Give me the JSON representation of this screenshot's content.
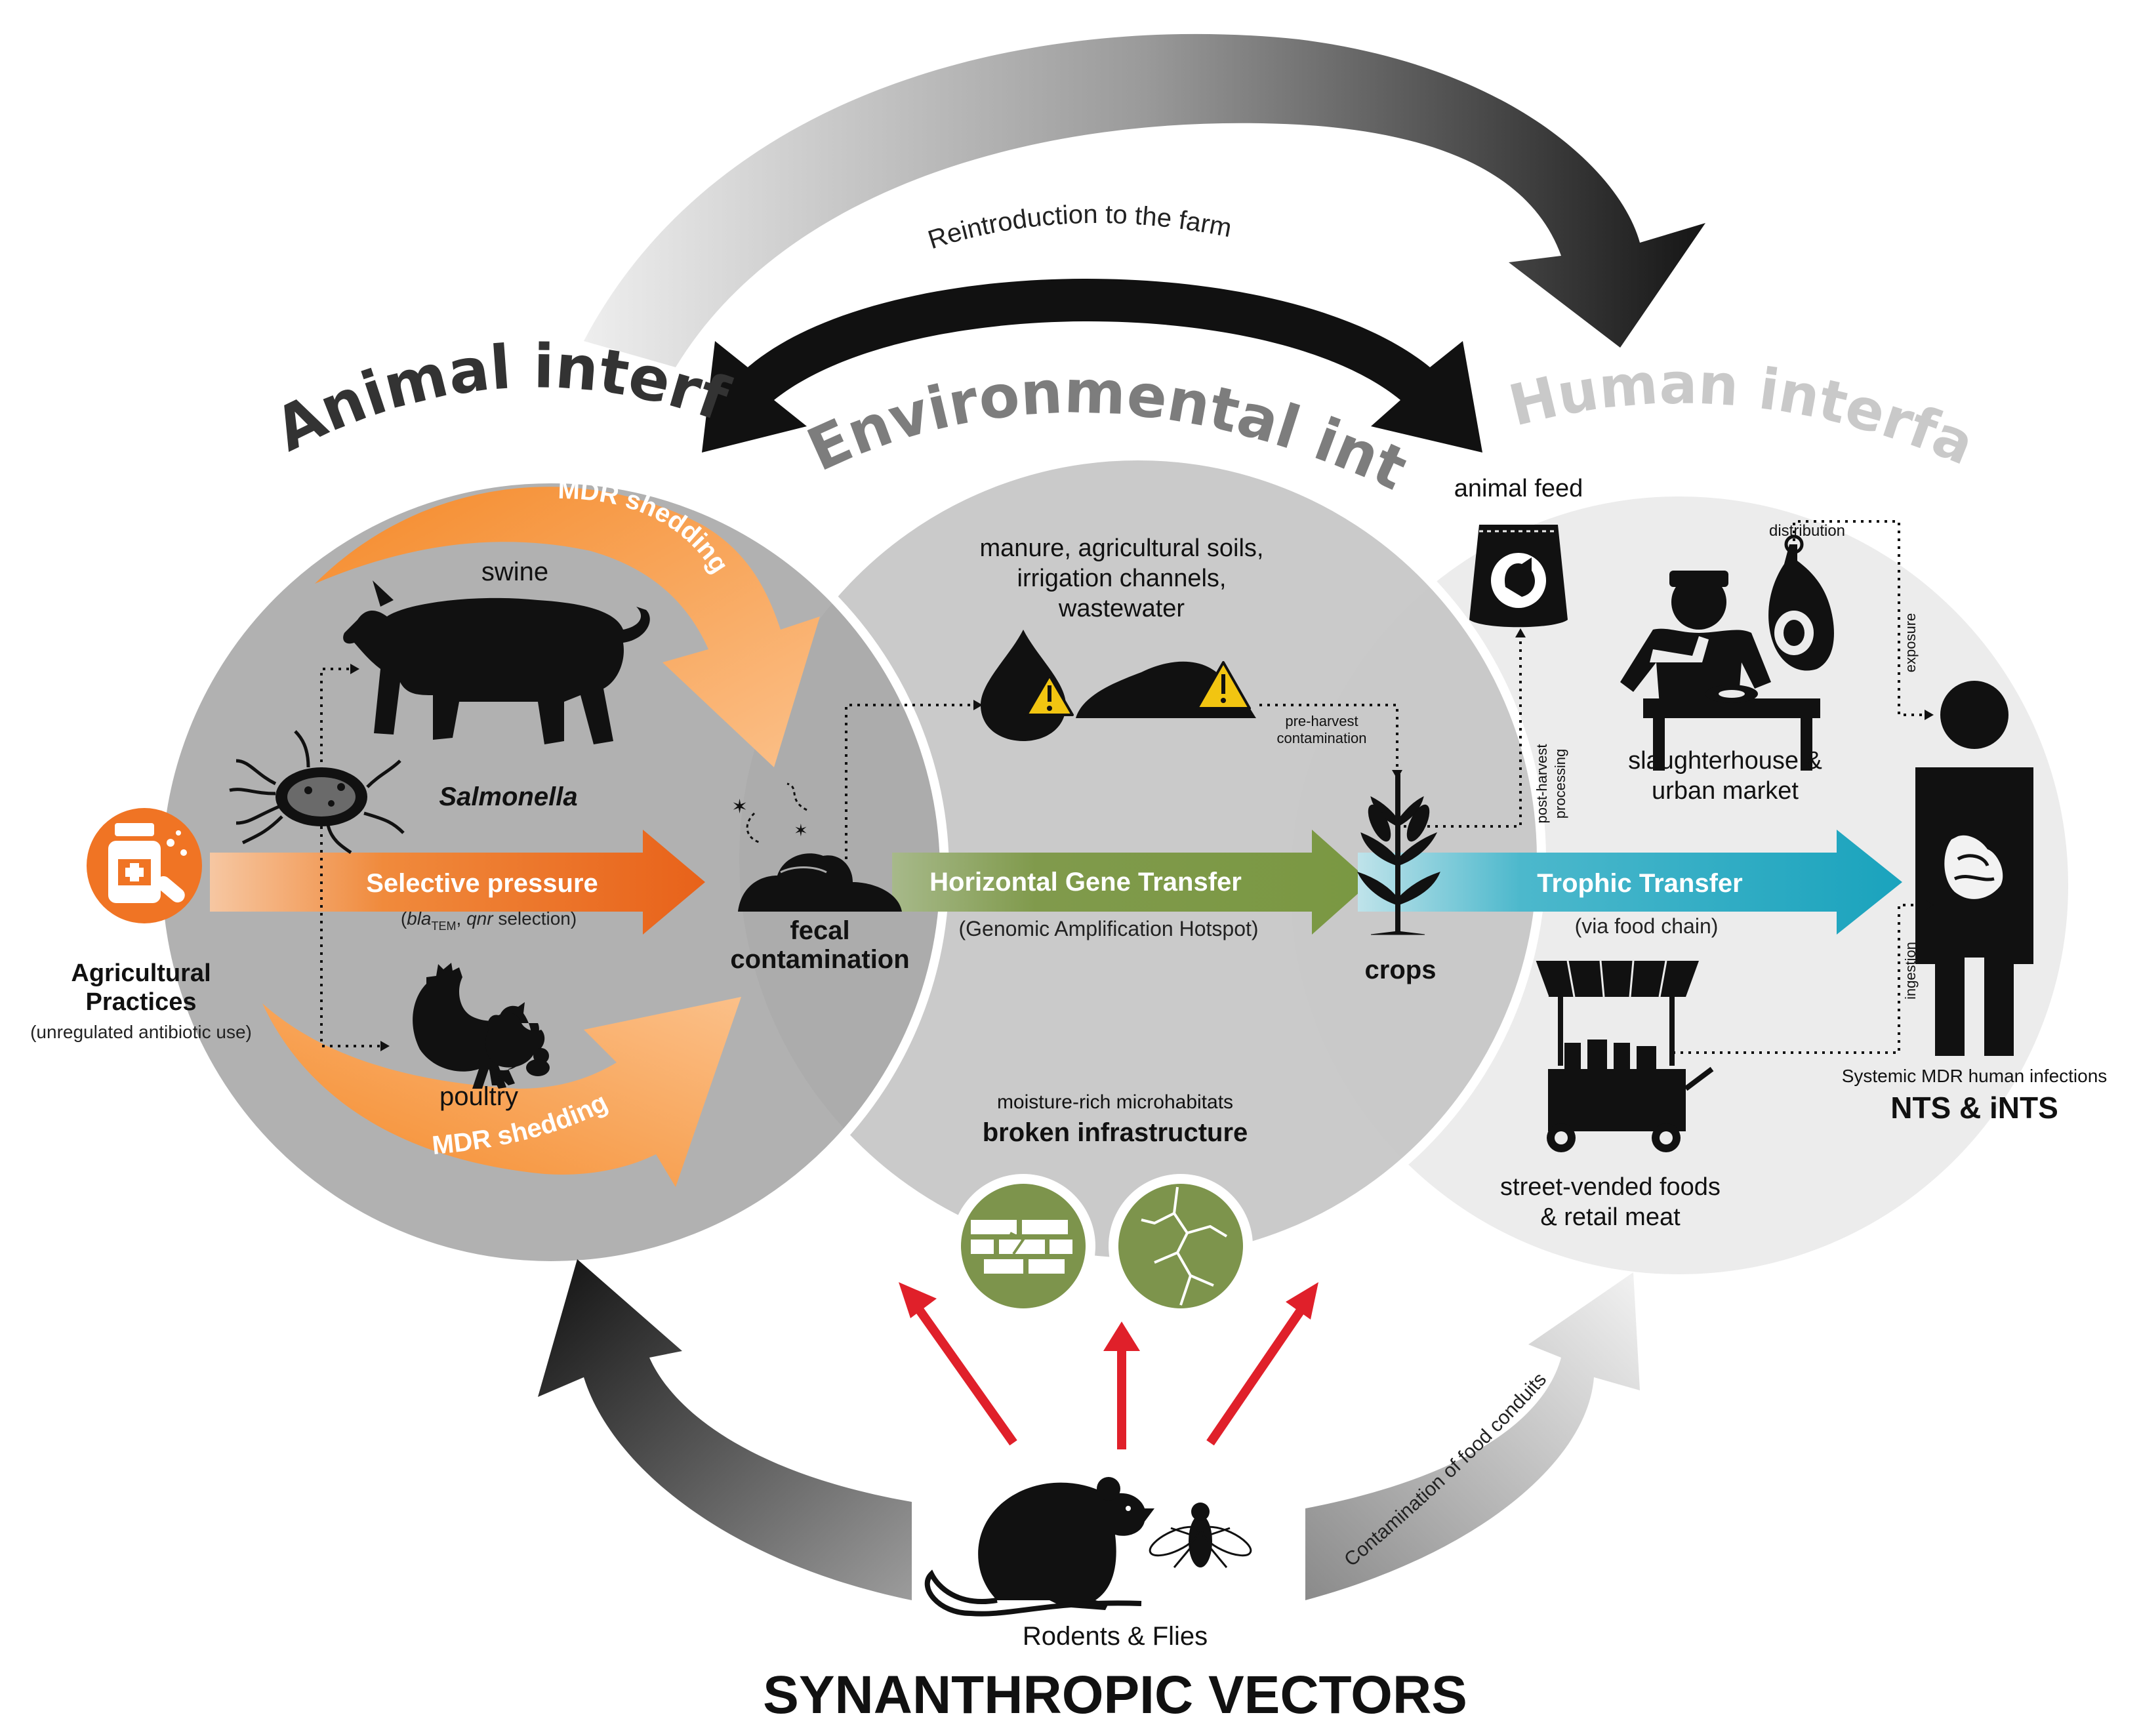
{
  "labels": {
    "reintroduction": "Reintroduction to the farm",
    "animal_interface": "Animal interface",
    "environmental_interface": "Environmental  interface",
    "human_interface": "Human interface",
    "mdr_shedding_top": "MDR shedding",
    "mdr_shedding_bottom": "MDR shedding",
    "swine": "swine",
    "salmonella": "Salmonella",
    "poultry": "poultry",
    "selective_pressure": "Selective pressure",
    "selective_pressure_sub_1": "bla",
    "selective_pressure_sub_tem": "TEM",
    "selective_pressure_sub_2": ", ",
    "selective_pressure_sub_qnr": "qnr",
    "selective_pressure_sub_3": " selection)",
    "selective_pressure_open": "(",
    "agri_line1": "Agricultural",
    "agri_line2": "Practices",
    "agri_sub": "(unregulated antibiotic use)",
    "fecal_line1": "fecal",
    "fecal_line2": "contamination",
    "env_line1": "manure, agricultural soils,",
    "env_line2": "irrigation channels,",
    "env_line3": "wastewater",
    "pre_harvest_1": "pre-harvest",
    "pre_harvest_2": "contamination",
    "hgt": "Horizontal Gene Transfer",
    "hgt_sub": "(Genomic Amplification Hotspot)",
    "crops": "crops",
    "animal_feed": "animal feed",
    "post_harvest_1": "post-harvest",
    "post_harvest_2": "processing",
    "distribution": "distribution",
    "exposure": "exposure",
    "ingestion": "ingestion",
    "slaughter_1": "slaughterhouse &",
    "slaughter_2": "urban market",
    "trophic": "Trophic Transfer",
    "trophic_sub": "(via food chain)",
    "street_1": "street-vended foods",
    "street_2": "& retail meat",
    "systemic": "Systemic MDR human infections",
    "nts": "NTS & iNTS",
    "moisture": "moisture-rich microhabitats",
    "broken": "broken infrastructure",
    "contamination_food": "Contamination of food conduits",
    "rodents": "Rodents & Flies",
    "vectors": "SYNANTHROPIC VECTORS"
  },
  "colors": {
    "animal_circle": "#a8a8a8",
    "env_circle": "#c4c4c4",
    "human_circle": "#ececec",
    "orange": "#f07a2a",
    "orange_light": "#f7a040",
    "green": "#7d9848",
    "teal": "#22a7bf",
    "red": "#e0202a",
    "black": "#111111"
  },
  "icons": [
    "antibiotic-bottle-icon",
    "pig-icon",
    "bacterium-icon",
    "chicken-icon",
    "feces-icon",
    "water-drop-icon",
    "soil-icon",
    "warning-icon",
    "feed-bag-icon",
    "butcher-icon",
    "ham-icon",
    "crop-icon",
    "human-icon",
    "food-cart-icon",
    "brick-wall-icon",
    "cracked-surface-icon",
    "rat-icon",
    "fly-icon"
  ]
}
